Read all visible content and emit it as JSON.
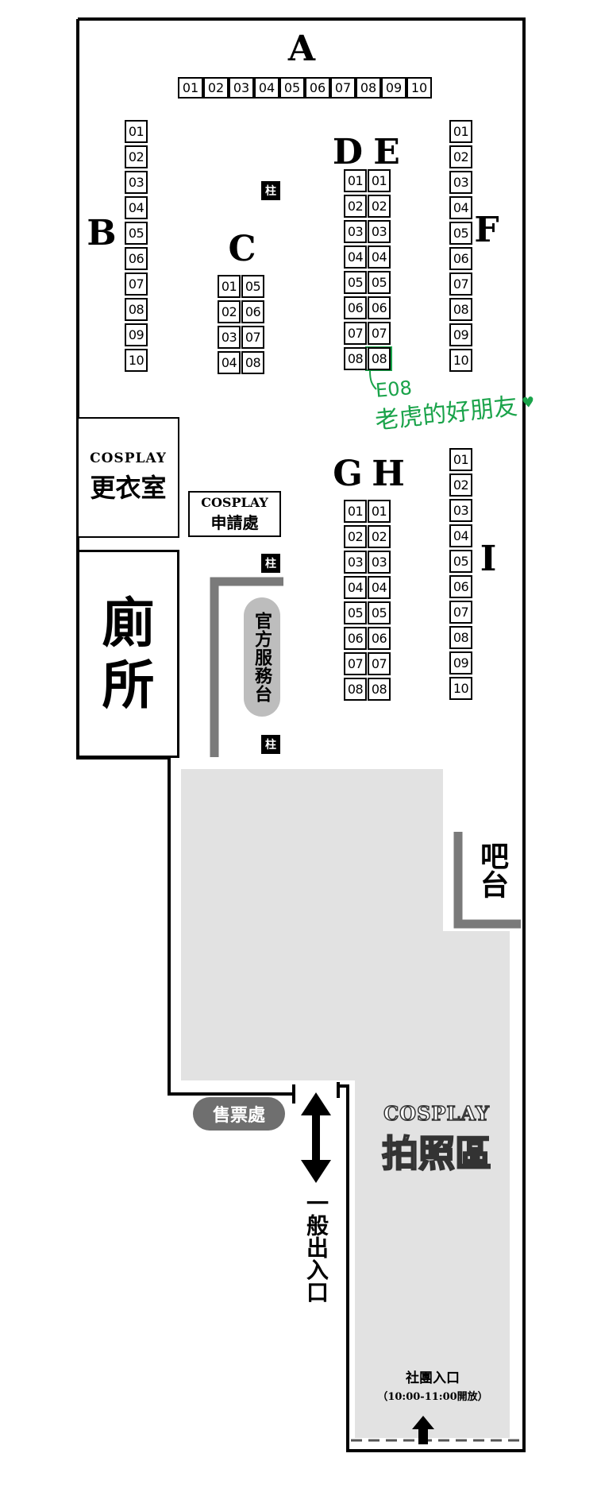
{
  "zones": {
    "A": {
      "letter": "A",
      "booths": [
        "01",
        "02",
        "03",
        "04",
        "05",
        "06",
        "07",
        "08",
        "09",
        "10"
      ]
    },
    "B": {
      "letter": "B",
      "booths": [
        "01",
        "02",
        "03",
        "04",
        "05",
        "06",
        "07",
        "08",
        "09",
        "10"
      ]
    },
    "C": {
      "letter": "C",
      "left": [
        "01",
        "02",
        "03",
        "04"
      ],
      "right": [
        "05",
        "06",
        "07",
        "08"
      ]
    },
    "D": {
      "letter": "D",
      "booths": [
        "01",
        "02",
        "03",
        "04",
        "05",
        "06",
        "07",
        "08"
      ]
    },
    "E": {
      "letter": "E",
      "booths": [
        "01",
        "02",
        "03",
        "04",
        "05",
        "06",
        "07",
        "08"
      ]
    },
    "F": {
      "letter": "F",
      "booths": [
        "01",
        "02",
        "03",
        "04",
        "05",
        "06",
        "07",
        "08",
        "09",
        "10"
      ]
    },
    "G": {
      "letter": "G",
      "booths": [
        "01",
        "02",
        "03",
        "04",
        "05",
        "06",
        "07",
        "08"
      ]
    },
    "H": {
      "letter": "H",
      "booths": [
        "01",
        "02",
        "03",
        "04",
        "05",
        "06",
        "07",
        "08"
      ]
    },
    "I": {
      "letter": "I",
      "booths": [
        "01",
        "02",
        "03",
        "04",
        "05",
        "06",
        "07",
        "08",
        "09",
        "10"
      ]
    }
  },
  "pillar_label": "柱",
  "cosplay_changing": {
    "line1": "COSPLAY",
    "line2": "更衣室"
  },
  "cosplay_apply": {
    "line1": "COSPLAY",
    "line2": "申請處"
  },
  "restroom": {
    "line1": "廁",
    "line2": "所"
  },
  "service_desk": "官方服務台",
  "bar": "吧台",
  "ticket": "售票處",
  "general_entrance": "一般出入口",
  "cosplay_photo": {
    "line1": "COSPLAY",
    "line2": "拍照區"
  },
  "club_entrance": {
    "line1": "社團入口",
    "line2": "（10:00-11:00開放）"
  },
  "annotation": {
    "code": "E08",
    "name": "老虎的好朋友",
    "heart": "♥"
  },
  "colors": {
    "wall": "#000000",
    "photo_area": "#e2e2e2",
    "counter": "#7a7a7a",
    "annotation": "#1aa34a",
    "pill": "#6f6f6f"
  }
}
